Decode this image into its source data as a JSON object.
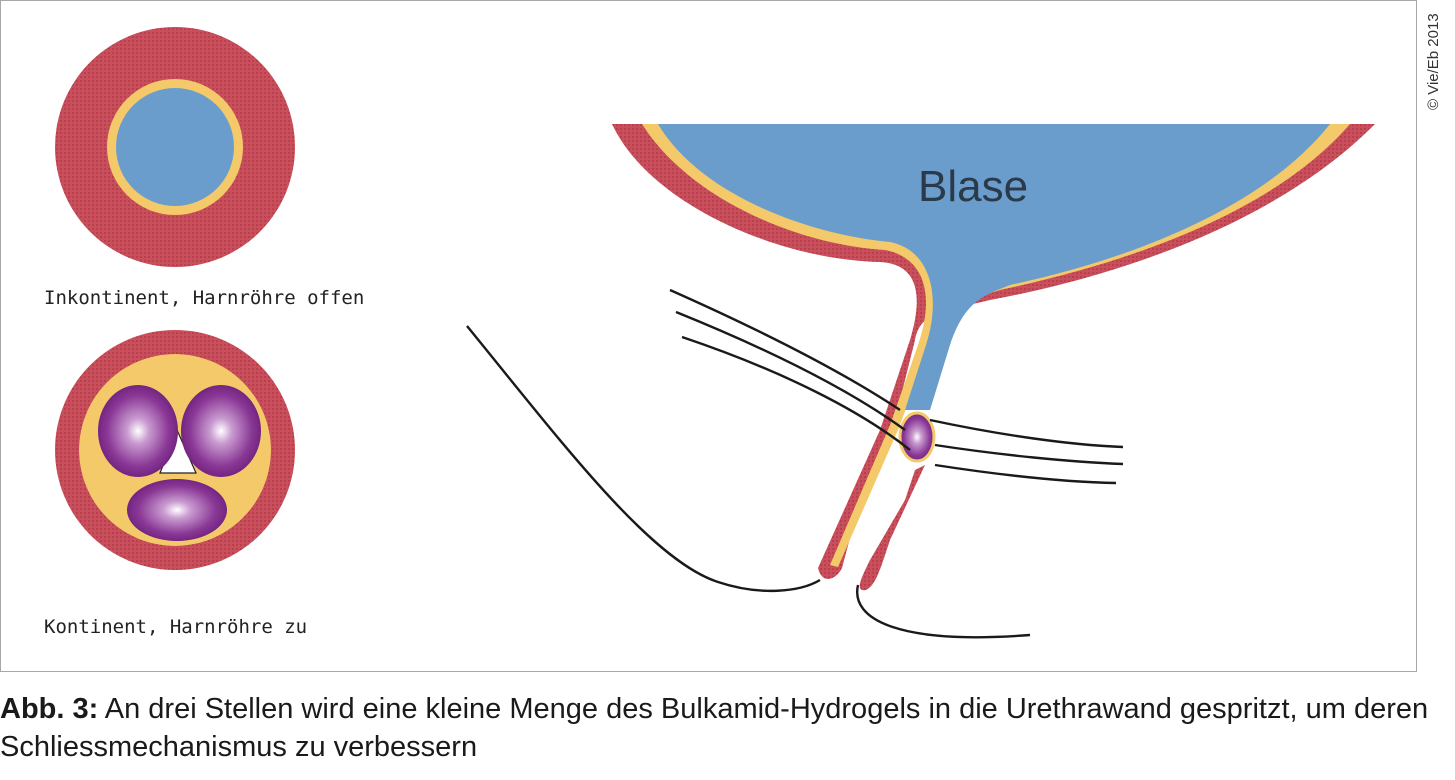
{
  "figure": {
    "copyright": "© Vie/Eb 2013",
    "bladder_label": "Blase",
    "open_label": "Inkontinent, Harnröhre offen",
    "closed_label": "Kontinent, Harnröhre zu"
  },
  "caption": {
    "label": "Abb. 3:",
    "text": "An drei Stellen wird eine kleine Menge des Bulkamid-Hydrogels in die Urethrawand gespritzt, um deren Schliessmechanismus zu verbessern"
  },
  "colors": {
    "wall": "#c94f5c",
    "mucosa": "#f4c96a",
    "urine": "#6b9dcc",
    "hydrogel": "#7a2a86",
    "line": "#1a1a1a"
  }
}
